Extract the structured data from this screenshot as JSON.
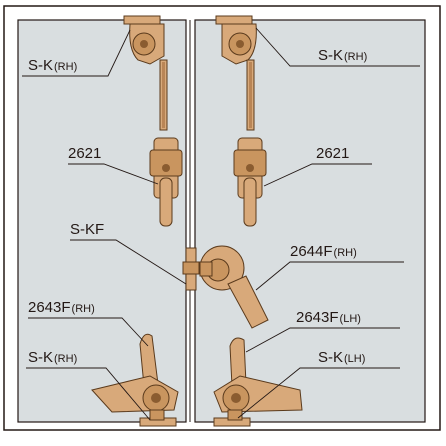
{
  "colors": {
    "background": "#ffffff",
    "panel_fill": "#d9dee0",
    "panel_stroke": "#231815",
    "part_fill": "#d8a97a",
    "part_shadow": "#b98556",
    "part_stroke": "#5a3a1c",
    "leader_line": "#231815",
    "label_box": "#ffffff"
  },
  "labels": {
    "sk_rh_top_left": {
      "main": "S-K",
      "sub": "(RH)"
    },
    "sk_rh_top_right": {
      "main": "S-K",
      "sub": "(RH)"
    },
    "rod_2621_left": {
      "main": "2621",
      "sub": ""
    },
    "rod_2621_right": {
      "main": "2621",
      "sub": ""
    },
    "skf_center": {
      "main": "S-KF",
      "sub": ""
    },
    "f2644_rh": {
      "main": "2644F",
      "sub": "(RH)"
    },
    "f2643_rh": {
      "main": "2643F",
      "sub": "(RH)"
    },
    "f2643_lh": {
      "main": "2643F",
      "sub": "(LH)"
    },
    "sk_rh_bottom_left": {
      "main": "S-K",
      "sub": "(RH)"
    },
    "sk_lh_bottom_right": {
      "main": "S-K",
      "sub": "(LH)"
    }
  },
  "icons": {
    "hinge": "hinge-bracket-icon",
    "rod_guide": "rod-guide-icon",
    "handle": "lever-handle-icon"
  }
}
